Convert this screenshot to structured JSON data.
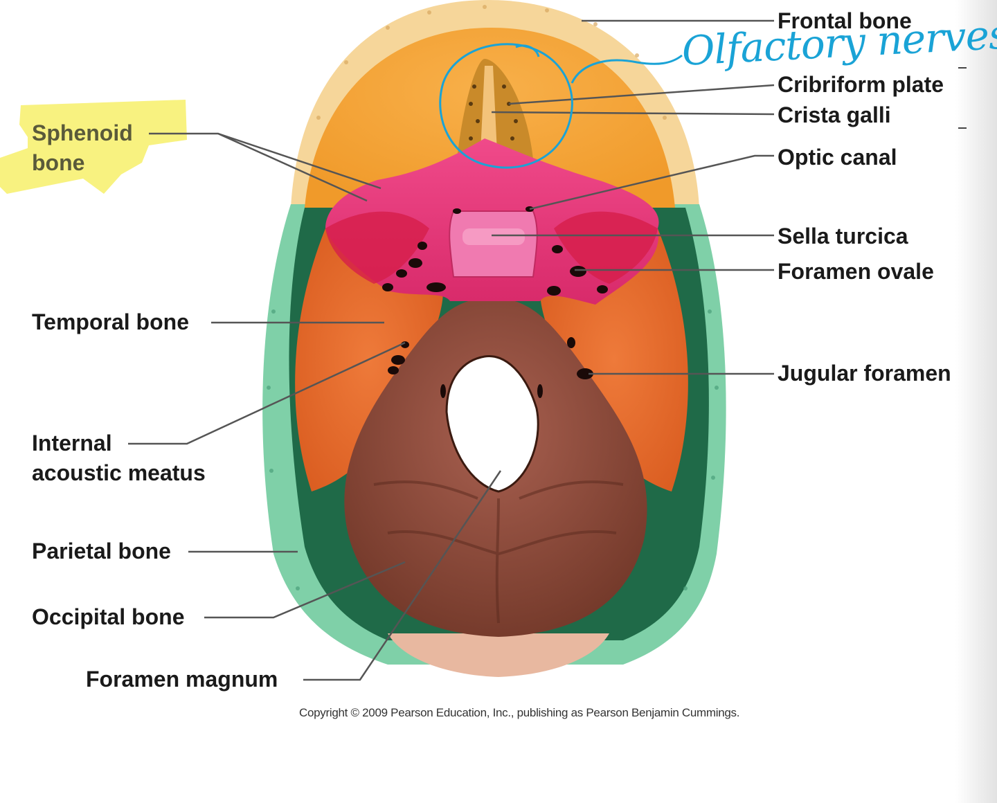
{
  "labels": {
    "frontal_bone": "Frontal bone",
    "olfactory_nerves": "Olfactory nerves",
    "cribriform_plate": "Cribriform plate",
    "crista_galli": "Crista galli",
    "optic_canal": "Optic canal",
    "sella_turcica": "Sella turcica",
    "foramen_ovale": "Foramen ovale",
    "jugular_foramen": "Jugular foramen",
    "sphenoid_bone": "Sphenoid\nbone",
    "temporal_bone": "Temporal bone",
    "internal_acoustic_meatus": "Internal\nacoustic meatus",
    "parietal_bone": "Parietal bone",
    "occipital_bone": "Occipital bone",
    "foramen_magnum": "Foramen magnum"
  },
  "copyright": "Copyright © 2009 Pearson Education, Inc., publishing as Pearson Benjamin Cummings.",
  "colors": {
    "frontal": "#f5a23a",
    "sphenoid": "#e8337a",
    "temporal": "#e8642a",
    "parietal": "#7fd0a8",
    "occipital": "#8a4a3a",
    "ethmoid": "#c98a2a",
    "annotation_ink": "#1aa3d6",
    "highlighter": "#f7f06a"
  }
}
